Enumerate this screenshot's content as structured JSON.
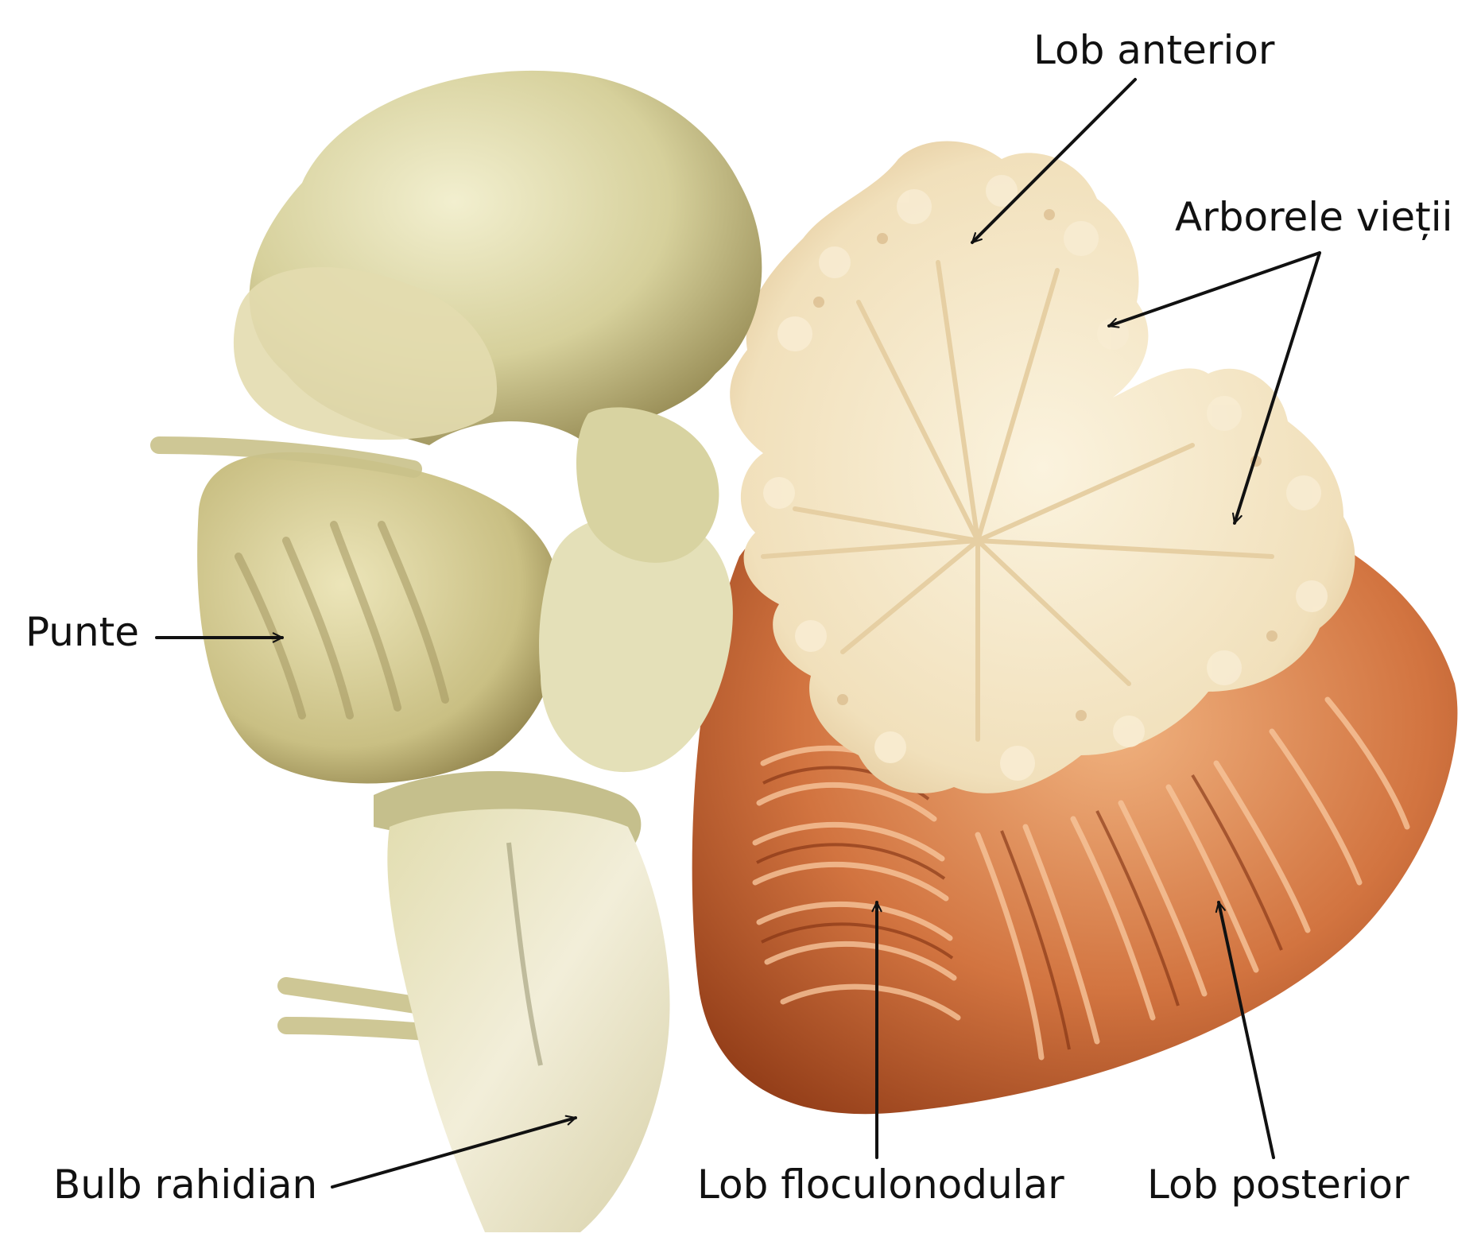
{
  "figure": {
    "colors": {
      "background": "#ffffff",
      "brainstem": "#d9d5a4",
      "brainstem_shadow": "#8f8653",
      "white_matter": "#f3e4c4",
      "cerebellum_cortex": "#c8693a",
      "cerebellum_dark": "#8a3a1a",
      "arrow": "#111111"
    },
    "labels": {
      "lob_anterior": "Lob anterior",
      "arborele_vietii": "Arborele vieții",
      "punte": "Punte",
      "bulb_rahidian": "Bulb rahidian",
      "lob_floculonodular": "Lob floculonodular",
      "lob_posterior": "Lob posterior"
    }
  }
}
